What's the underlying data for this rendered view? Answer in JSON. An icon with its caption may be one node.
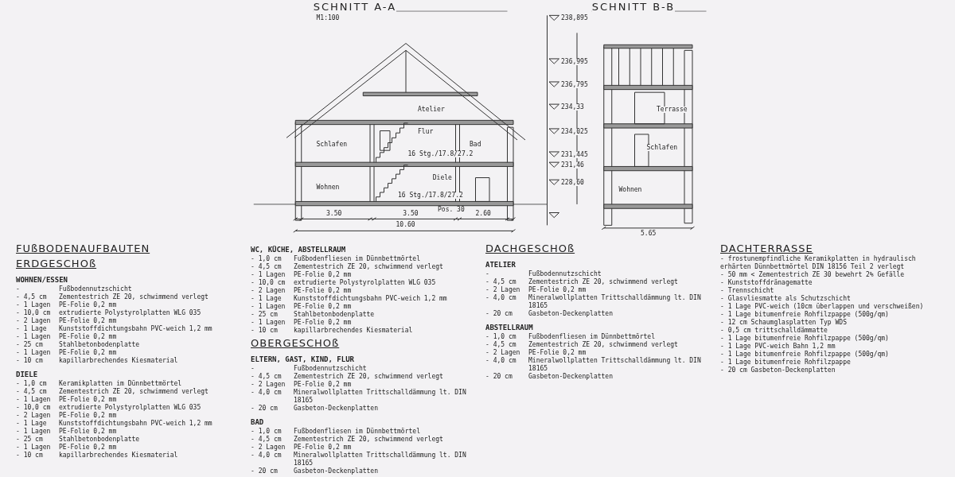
{
  "diagram": {
    "labels": [
      "SCHNITT A-A",
      "M1:100",
      "Atelier",
      "Schlafen",
      "Flur",
      "Bad",
      "Wohnen",
      "Diele",
      "Pos. 30",
      "3.50",
      "3.50",
      "2.60",
      "10.60",
      "16 Stg./17.8/27.2",
      "16 Stg./17.8/27.2",
      "SCHNITT B-B",
      "238,895",
      "236,995",
      "236,795",
      "234,33",
      "234,025",
      "231,445",
      "231,46",
      "228,60",
      "Terrasse",
      "Schlafen",
      "Wohnen",
      "5.65",
      "FUßBODENAUFBAUTEN",
      "ERDGESCHOß",
      "WOHNEN/ESSEN",
      "-",
      "Fußbodennutzschicht",
      "- 4,5 cm",
      "Zementestrich ZE 20, schwimmend verlegt",
      "- 1 Lagen",
      "PE-Folie 0,2 mm",
      "- 10,0 cm",
      "extrudierte Polystyrolplatten WLG 035",
      "- 2 Lagen",
      "PE-Folie 0,2 mm",
      "- 1 Lage",
      "Kunststoffdichtungsbahn PVC-weich 1,2 mm",
      "- 1 Lagen",
      "PE-Folie 0,2 mm",
      "- 25 cm",
      "Stahlbetonbodenplatte",
      "- 1 Lagen",
      "PE-Folie 0,2 mm",
      "- 10 cm",
      "kapillarbrechendes Kiesmaterial",
      "DIELE",
      "- 1,0 cm",
      "Keramikplatten im Dünnbettmörtel",
      "- 4,5 cm",
      "Zementestrich ZE 20, schwimmend verlegt",
      "- 1 Lagen",
      "PE-Folie 0,2 mm",
      "- 10,0 cm",
      "extrudierte Polystyrolplatten WLG 035",
      "- 2 Lagen",
      "PE-Folie 0,2 mm",
      "- 1 Lage",
      "Kunststoffdichtungsbahn PVC-weich 1,2 mm",
      "- 1 Lagen",
      "PE-Folie 0,2 mm",
      "- 25 cm",
      "Stahlbetonbodenplatte",
      "- 1 Lagen",
      "PE-Folie 0,2 mm",
      "- 10 cm",
      "kapillarbrechendes Kiesmaterial",
      "WC, KÜCHE, ABSTELLRAUM",
      "- 1,0 cm",
      "Fußbodenfliesen im Dünnbettmörtel",
      "- 4,5 cm",
      "Zementestrich ZE 20, schwimmend verlegt",
      "- 1 Lagen",
      "PE-Folie 0,2 mm",
      "- 10,0 cm",
      "extrudierte Polystyrolplatten WLG 035",
      "- 2 Lagen",
      "PE-Folie 0,2 mm",
      "- 1 Lage",
      "Kunststoffdichtungsbahn PVC-weich 1,2 mm",
      "- 1 Lagen",
      "PE-Folie 0,2 mm",
      "- 25 cm",
      "Stahlbetonbodenplatte",
      "- 1 Lagen",
      "PE-Folie 0,2 mm",
      "- 10 cm",
      "kapillarbrechendes Kiesmaterial",
      "OBERGESCHOß",
      "ELTERN, GAST, KIND, FLUR",
      "-",
      "Fußbodennutzschicht",
      "- 4,5 cm",
      "Zementestrich ZE 20, schwimmend verlegt",
      "- 2 Lagen",
      "PE-Folie 0,2 mm",
      "- 4,0 cm",
      "Mineralwollplatten Trittschalldämmung lt. DIN 18165",
      "- 20 cm",
      "Gasbeton-Deckenplatten",
      "BAD",
      "- 1,0 cm",
      "Fußbodenfliesen im Dünnbettmörtel",
      "- 4,5 cm",
      "Zementestrich ZE 20, schwimmend verlegt",
      "- 2 Lagen",
      "PE-Folie 0,2 mm",
      "- 4,0 cm",
      "Mineralwollplatten Trittschalldämmung lt. DIN 18165",
      "- 20 cm",
      "Gasbeton-Deckenplatten",
      "DACHGESCHOß",
      "ATELIER",
      "-",
      "Fußbodennutzschicht",
      "- 4,5 cm",
      "Zementestrich ZE 20, schwimmend verlegt",
      "- 2 Lagen",
      "PE-Folie 0,2 mm",
      "- 4,0 cm",
      "Mineralwollplatten Trittschalldämmung lt. DIN 18165",
      "- 20 cm",
      "Gasbeton-Deckenplatten",
      "ABSTELLRAUM",
      "- 1,0 cm",
      "Fußbodenfliesen im Dünnbettmörtel",
      "- 4,5 cm",
      "Zementestrich ZE 20, schwimmend verlegt",
      "- 2 Lagen",
      "PE-Folie 0,2 mm",
      "- 4,0 cm",
      "Mineralwollplatten Trittschalldämmung lt. DIN 18165",
      "- 20 cm",
      "Gasbeton-Deckenplatten",
      "DACHTERRASSE",
      "- frostunempfindliche Keramikplatten in hydraulisch erhärten Dünnbettmörtel DIN 18156 Teil 2 verlegt",
      "- 50 mm < Zementestrich ZE 30 bewehrt 2% Gefälle",
      "- Kunststoffdränagematte",
      "- Trennschicht",
      "- Glasvliesmatte als Schutzschicht",
      "- 1 Lage PVC-weich (10cm überlappen und verschweißen)",
      "- 1 Lage bitumenfreie Rohfilzpappe (500g/qm)",
      "- 12 cm Schaumglasplatten Typ WDS",
      "- 0,5 cm trittschalldämmatte",
      "- 1 Lage bitumenfreie Rohfilzpappe (500g/qm)",
      "- 1 Lage PVC-weich Bahn 1,2 mm",
      "- 1 Lage bitumenfreie Rohfilzpappe (500g/qm)",
      "- 1 Lage bitumenfreie Rohfilzpappe",
      "- 20 cm Gasbeton-Deckenplatten"
    ]
  }
}
